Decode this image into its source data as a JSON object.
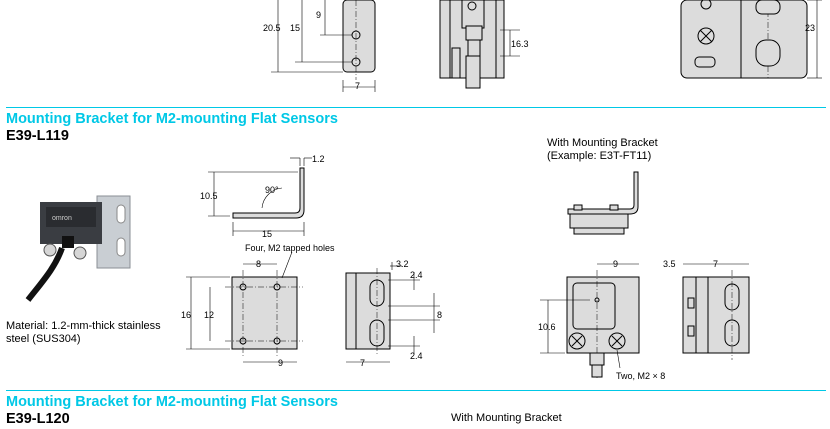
{
  "top": {
    "dims": {
      "d20_5": "20.5",
      "d15": "15",
      "d9": "9",
      "d7": "7",
      "d16_3": "16.3",
      "d23": "23"
    }
  },
  "section1": {
    "heading": "Mounting Bracket for M2-mounting Flat Sensors",
    "model": "E39-L119",
    "material": [
      "Material: 1.2-mm-thick stainless",
      "steel (SUS304)"
    ],
    "with_bracket": [
      "With Mounting Bracket",
      "(Example: E3T-FT11)"
    ],
    "dims": {
      "d1_2": "1.2",
      "d10_5": "10.5",
      "angle": "90°",
      "d15": "15",
      "tapped": "Four, M2 tapped holes",
      "d8": "8",
      "d16": "16",
      "d12": "12",
      "d9": "9",
      "d3_2": "3.2",
      "d2_4a": "2.4",
      "d8b": "8",
      "d2_4b": "2.4",
      "d7": "7",
      "d9b": "9",
      "d3_5": "3.5",
      "d7b": "7",
      "d10_6": "10.6",
      "screws": "Two, M2 × 8"
    }
  },
  "section2": {
    "heading": "Mounting Bracket for M2-mounting Flat Sensors",
    "model": "E39-L120",
    "with_bracket": "With Mounting Bracket"
  }
}
